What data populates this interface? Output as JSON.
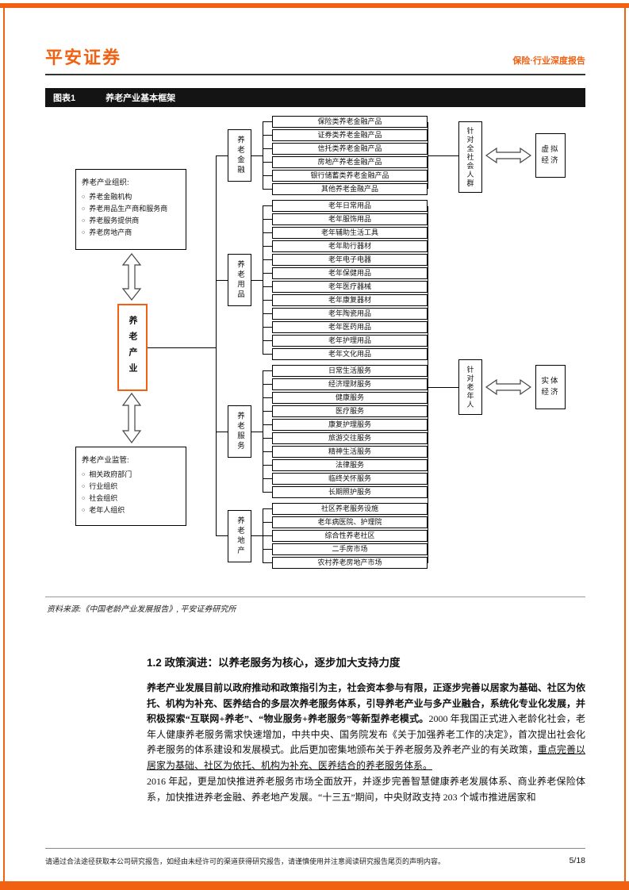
{
  "colors": {
    "accent": "#F26011",
    "figure_bar": "#141414"
  },
  "header": {
    "brand": "平安证券",
    "report_tag": "保险·行业深度报告"
  },
  "figure": {
    "label": "图表1",
    "title": "养老产业基本框架",
    "source": "资料来源:《中国老龄产业发展报告》, 平安证券研究所"
  },
  "diagram": {
    "core_label": "养老产业",
    "org": {
      "title": "养老产业组织:",
      "items": [
        "养老金融机构",
        "养老用品生产商和服务商",
        "养老服务提供商",
        "养老房地产商"
      ]
    },
    "regulator": {
      "title": "养老产业监管:",
      "items": [
        "相关政府部门",
        "行业组织",
        "社会组织",
        "老年人组织"
      ]
    },
    "groups": [
      {
        "category": "养老金融",
        "items": [
          "保险类养老金融产品",
          "证券类养老金融产品",
          "信托类养老金融产品",
          "房地产养老金融产品",
          "银行储蓄类养老金融产品",
          "其他养老金融产品"
        ]
      },
      {
        "category": "养老用品",
        "items": [
          "老年日常用品",
          "老年服饰用品",
          "老年辅助生活工具",
          "老年助行器材",
          "老年电子电器",
          "老年保健用品",
          "老年医疗器械",
          "老年康复器材",
          "老年陶瓷用品",
          "老年医药用品",
          "老年护理用品",
          "老年文化用品"
        ]
      },
      {
        "category": "养老服务",
        "items": [
          "日常生活服务",
          "经济理财服务",
          "健康服务",
          "医疗服务",
          "康复护理服务",
          "旅游交往服务",
          "精神生活服务",
          "法律服务",
          "临终关怀服务",
          "长期照护服务"
        ]
      },
      {
        "category": "养老地产",
        "items": [
          "社区养老服务设施",
          "老年病医院、护理院",
          "综合性养老社区",
          "二手房市场",
          "农村养老房地产市场"
        ]
      }
    ],
    "targets": [
      {
        "label": "针对全社会人群",
        "economy": "虚拟经济"
      },
      {
        "label": "针对老年人",
        "economy": "实体经济"
      }
    ]
  },
  "section": {
    "heading": "1.2 政策演进：以养老服务为核心，逐步加大支持力度",
    "lead_bold": "养老产业发展目前以政府推动和政策指引为主，社会资本参与有限，正逐步完善以居家为基础、社区为依托、机构为补充、医养结合的多层次养老服务体系，引导养老产业与多产业融合，系统化专业化发展，并积极探索“互联网+养老”、“物业服务+养老服务”等新型养老模式。",
    "body_1": "2000 年我国正式进入老龄化社会，老年人健康养老服务需求快速增加，中共中央、国务院发布《关于加强养老工作的决定》，首次提出社会化养老服务的体系建设和发展模式。此后更加密集地颁布关于养老服务及养老产业的有关政策，",
    "body_underline": "重点完善以居家为基础、社区为依托、机构为补充、医养结合的养老服务体系。",
    "body_2": "2016 年起，更是加快推进养老服务市场全面放开，并逐步完善智慧健康养老发展体系、商业养老保险体系，加快推进养老金融、养老地产发展。“十三五”期间，中央财政支持 203 个城市推进居家和"
  },
  "footer": {
    "note": "请通过合法途径获取本公司研究报告，如经由未经许可的渠道获得研究报告，请谨慎使用并注意阅读研究报告尾页的声明内容。",
    "page": "5/18"
  }
}
